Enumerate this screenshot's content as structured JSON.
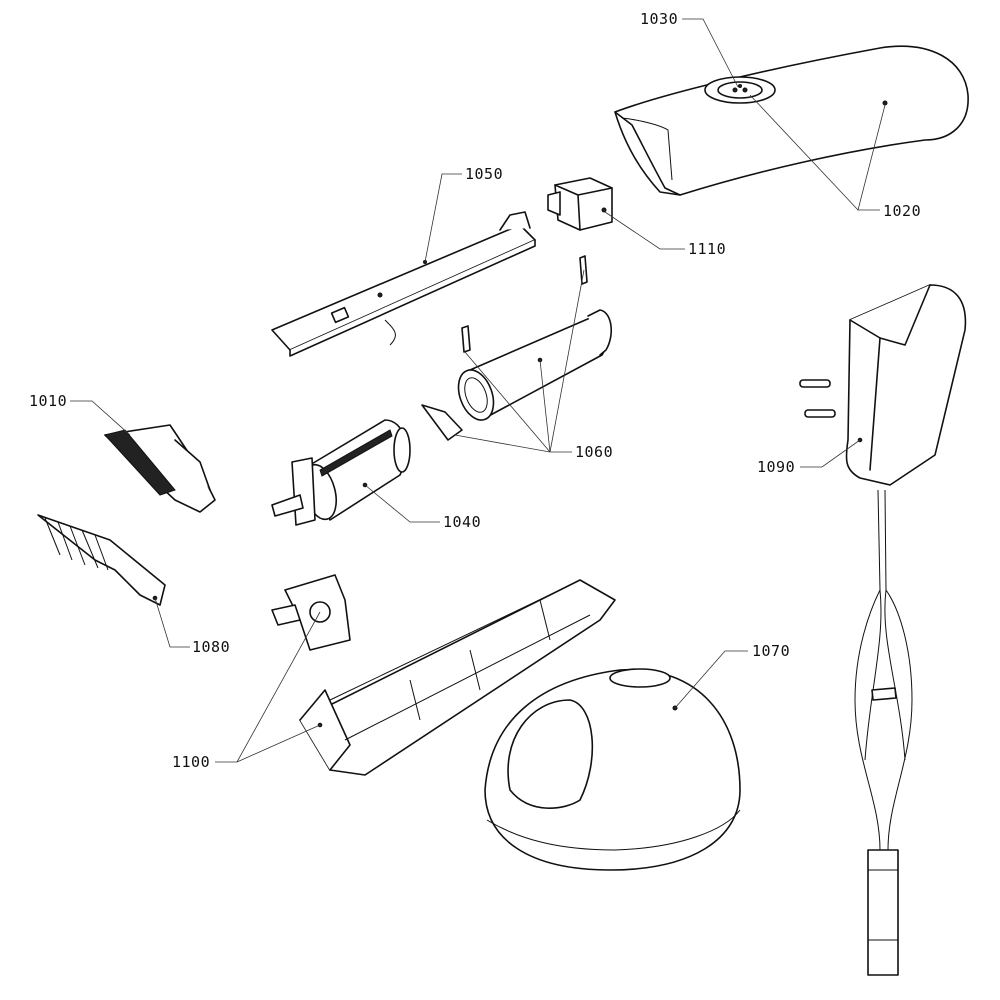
{
  "figure": {
    "labels": {
      "l1010": "1010",
      "l1020": "1020",
      "l1030": "1030",
      "l1040": "1040",
      "l1050": "1050",
      "l1060": "1060",
      "l1070": "1070",
      "l1080": "1080",
      "l1090": "1090",
      "l1100": "1100",
      "l1110": "1110"
    }
  }
}
